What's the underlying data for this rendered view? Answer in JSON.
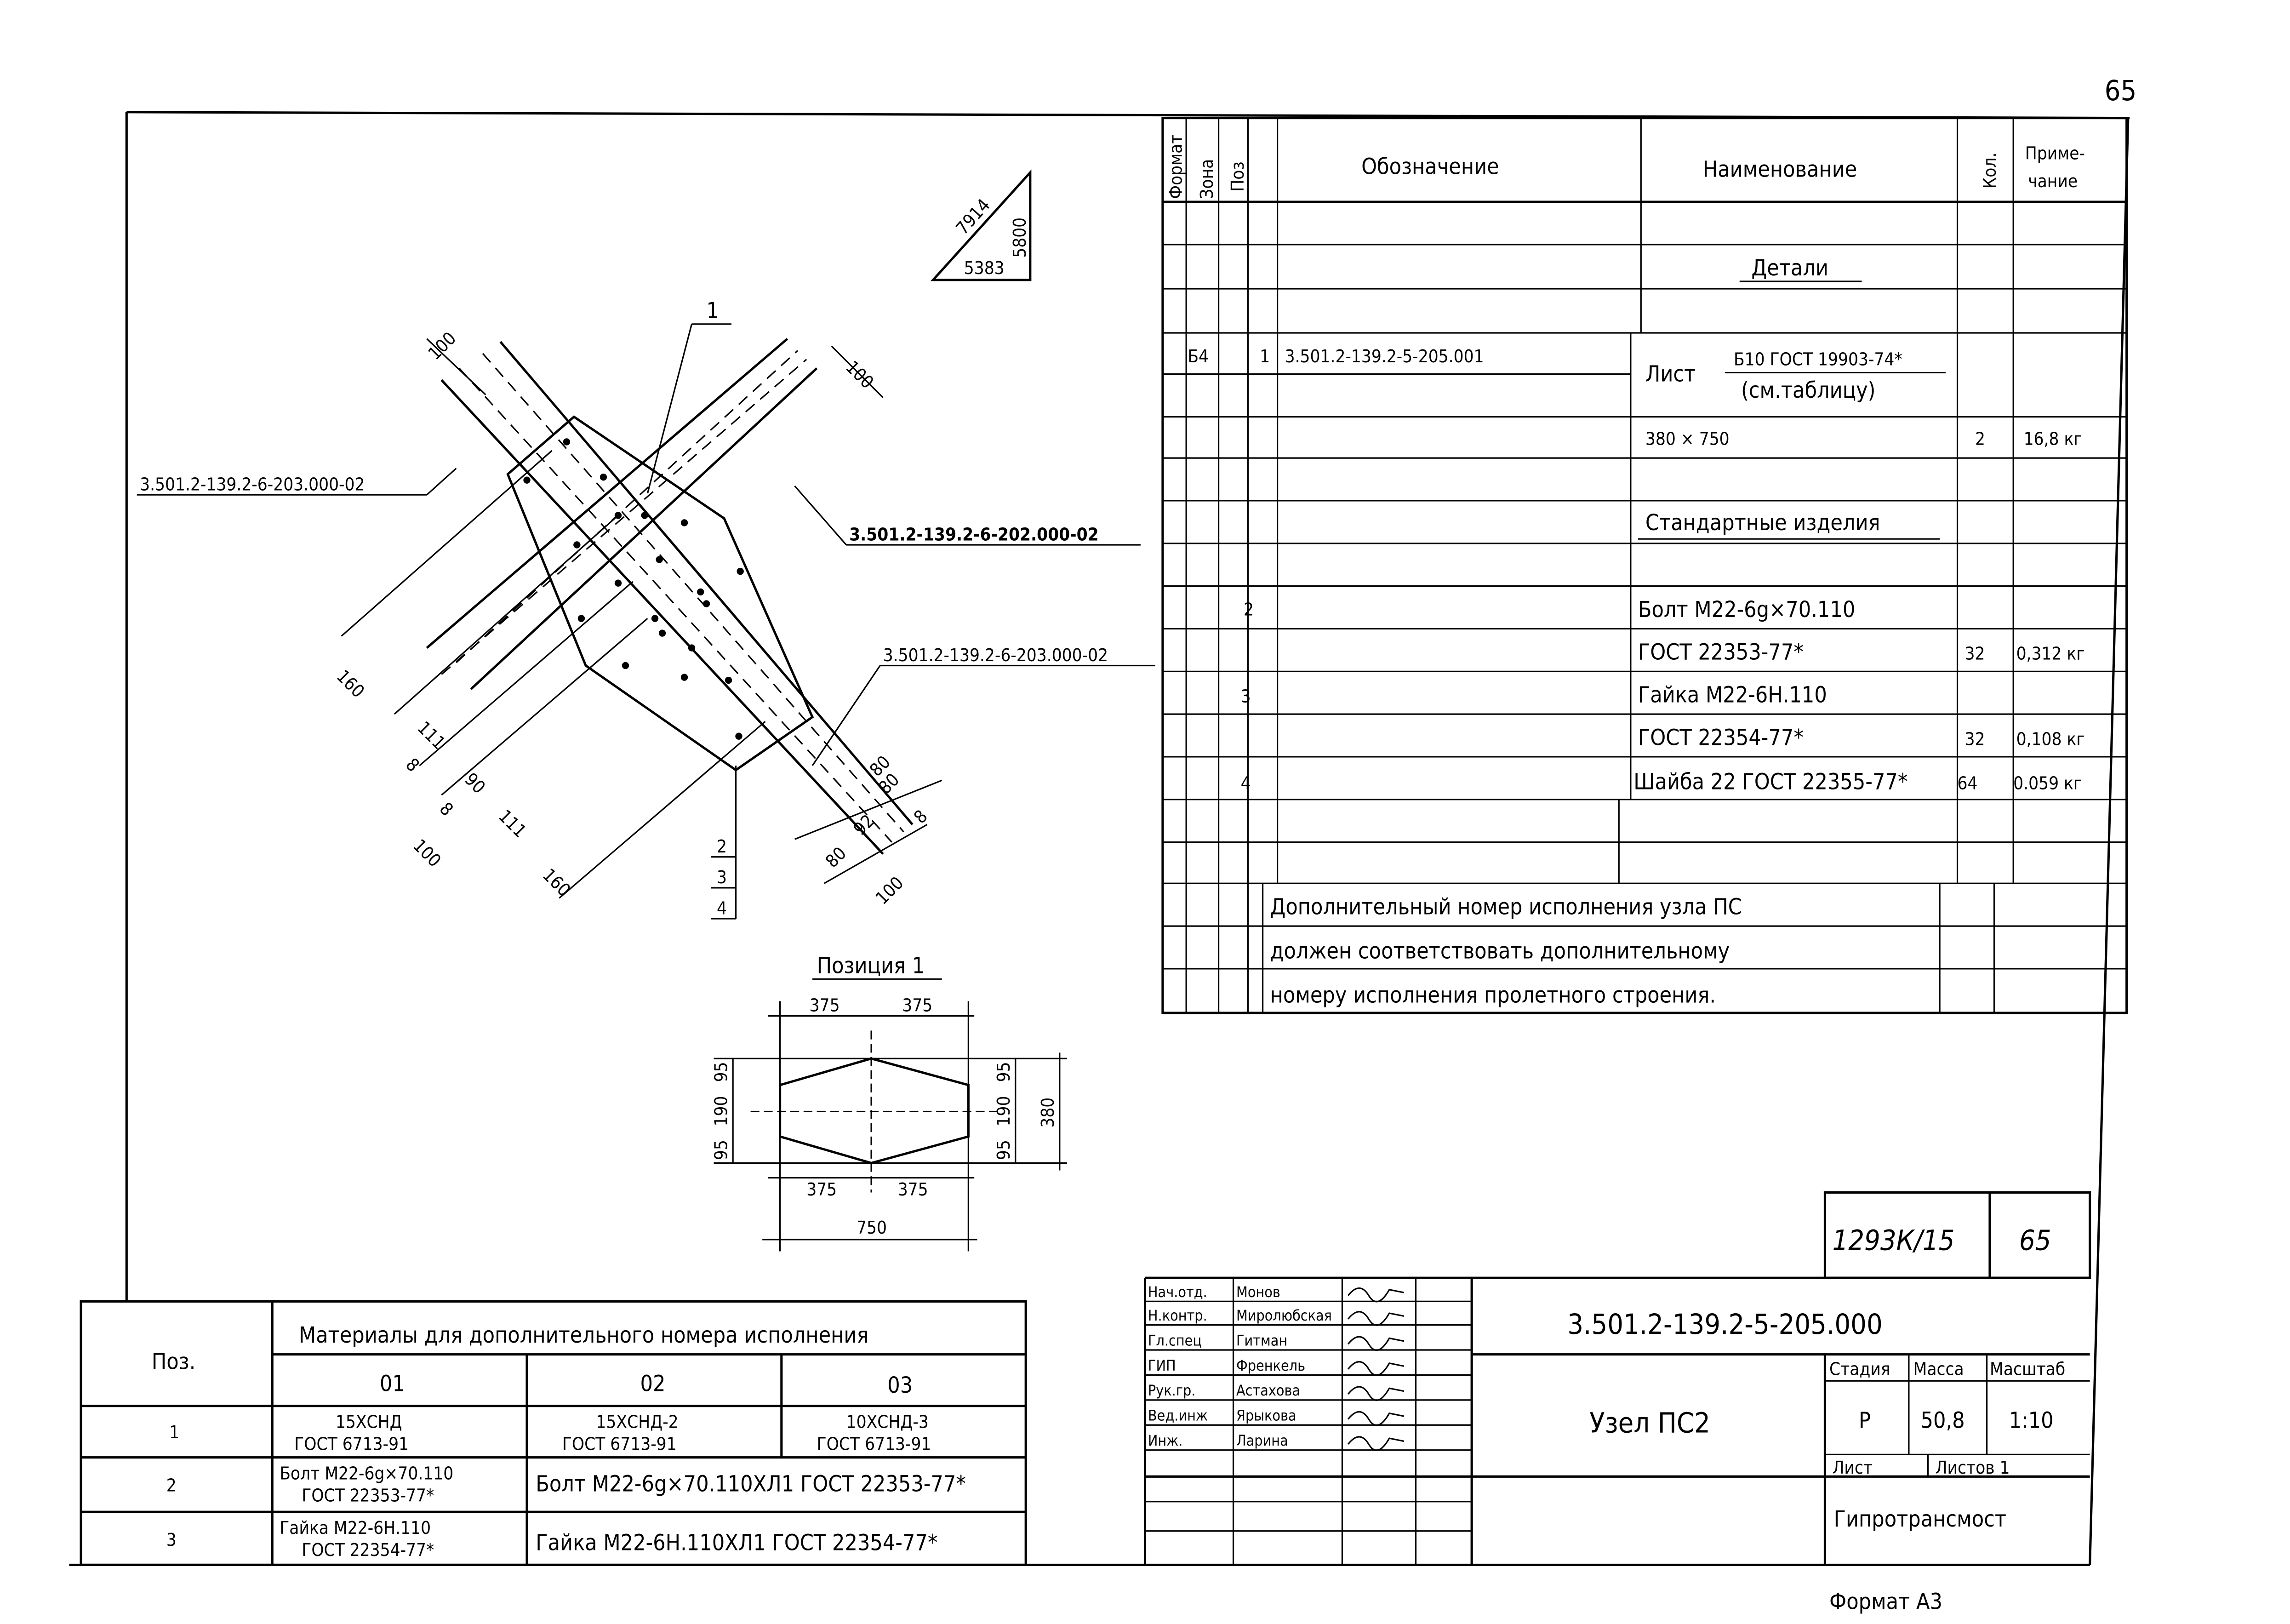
{
  "page_number": "65",
  "drawing": {
    "triangle": {
      "hyp": "7914",
      "vert": "5800",
      "base": "5383"
    },
    "leaders": {
      "pos1": "1",
      "ref_left": "3.501.2-139.2-6-203.000-02",
      "ref_right_bold": "3.501.2-139.2-6-202.000-02",
      "ref_right": "3.501.2-139.2-6-203.000-02",
      "pos2": "2",
      "pos3": "3",
      "pos4": "4"
    },
    "dims": [
      "100",
      "100",
      "160",
      "111",
      "8",
      "90",
      "8",
      "111",
      "100",
      "160",
      "80",
      "92",
      "80",
      "8",
      "80",
      "100"
    ],
    "position1": {
      "title": "Позиция 1",
      "top_left": "375",
      "top_right": "375",
      "bot_left": "375",
      "bot_right": "375",
      "total": "750",
      "left_a": "95",
      "left_b": "190",
      "left_c": "95",
      "right_a": "95",
      "right_b": "190",
      "right_c": "95",
      "height": "380"
    }
  },
  "spec": {
    "headers": {
      "format": "Формат",
      "zone": "Зона",
      "pos": "Поз",
      "designation": "Обозначение",
      "name": "Наименование",
      "qty": "Кол.",
      "note1": "Приме-",
      "note2": "чание"
    },
    "section_details": "Детали",
    "item1": {
      "format": "Б4",
      "pos": "1",
      "designation": "3.501.2-139.2-5-205.001",
      "name_prefix": "Лист",
      "name_num": "Б10 ГОСТ 19903-74*",
      "name_den": "(см.таблицу)",
      "size": "380 × 750",
      "qty": "2",
      "note": "16,8 кг"
    },
    "section_std": "Стандартные изделия",
    "item2": {
      "pos": "2",
      "name1": "Болт М22-6g×70.110",
      "name2": "ГОСТ 22353-77*",
      "qty": "32",
      "note": "0,312 кг"
    },
    "item3": {
      "pos": "3",
      "name1": "Гайка М22-6Н.110",
      "name2": "ГОСТ 22354-77*",
      "qty": "32",
      "note": "0,108 кг"
    },
    "item4": {
      "pos": "4",
      "name1": "Шайба 22 ГОСТ 22355-77*",
      "qty": "64",
      "note": "0.059 кг"
    },
    "notes": [
      "Дополнительный номер исполнения узла ПС",
      "должен соответствовать дополнительному",
      "номеру исполнения пролетного строения."
    ]
  },
  "materials": {
    "pos_header": "Поз.",
    "title": "Материалы для дополнительного номера исполнения",
    "cols": [
      "01",
      "02",
      "03"
    ],
    "rows": [
      {
        "pos": "1",
        "c1": [
          "15ХСНД",
          "ГОСТ 6713-91"
        ],
        "c2": [
          "15ХСНД-2",
          "ГОСТ 6713-91"
        ],
        "c3": [
          "10ХСНД-3",
          "ГОСТ 6713-91"
        ]
      },
      {
        "pos": "2",
        "c1": [
          "Болт М22-6g×70.110",
          "ГОСТ 22353-77*"
        ],
        "c23": "Болт М22-6g×70.110ХЛ1 ГОСТ 22353-77*"
      },
      {
        "pos": "3",
        "c1": [
          "Гайка М22-6Н.110",
          "ГОСТ 22354-77*"
        ],
        "c23": "Гайка М22-6Н.110ХЛ1 ГОСТ 22354-77*"
      }
    ]
  },
  "title_block": {
    "album": "1293К/15",
    "sheet_no": "65",
    "designation": "3.501.2-139.2-5-205.000",
    "title": "Узел ПС2",
    "stage_label": "Стадия",
    "mass_label": "Масса",
    "scale_label": "Масштаб",
    "stage": "Р",
    "mass": "50,8",
    "scale": "1:10",
    "sheet_label": "Лист",
    "sheets_label": "Листов 1",
    "org": "Гипротрансмост",
    "signers": [
      {
        "role": "Нач.отд.",
        "name": "Монов"
      },
      {
        "role": "Н.контр.",
        "name": "Миролюбская"
      },
      {
        "role": "Гл.спец",
        "name": "Гитман"
      },
      {
        "role": "ГИП",
        "name": "Френкель"
      },
      {
        "role": "Рук.гр.",
        "name": "Астахова"
      },
      {
        "role": "Вед.инж",
        "name": "Ярыкова"
      },
      {
        "role": "Инж.",
        "name": "Ларина"
      }
    ]
  },
  "format_label": "Формат А3"
}
